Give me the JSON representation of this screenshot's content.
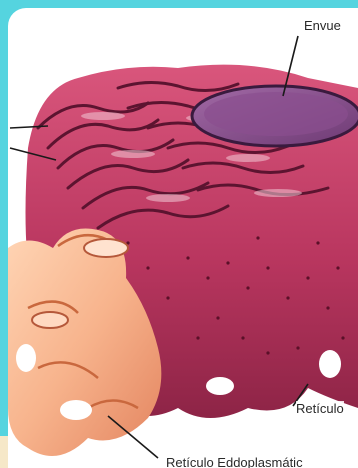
{
  "figure": {
    "labels": {
      "envelope": "Envue",
      "reticulo_rough": "Retículo",
      "reticulo_smooth": "Retículo Eddoplasmátic"
    }
  },
  "colors": {
    "background_cyan": "#55d4df",
    "rough_er_magenta": "#b9365f",
    "smooth_er_peach": "#f7b38c",
    "nucleus_purple": "#8a4f8f"
  }
}
